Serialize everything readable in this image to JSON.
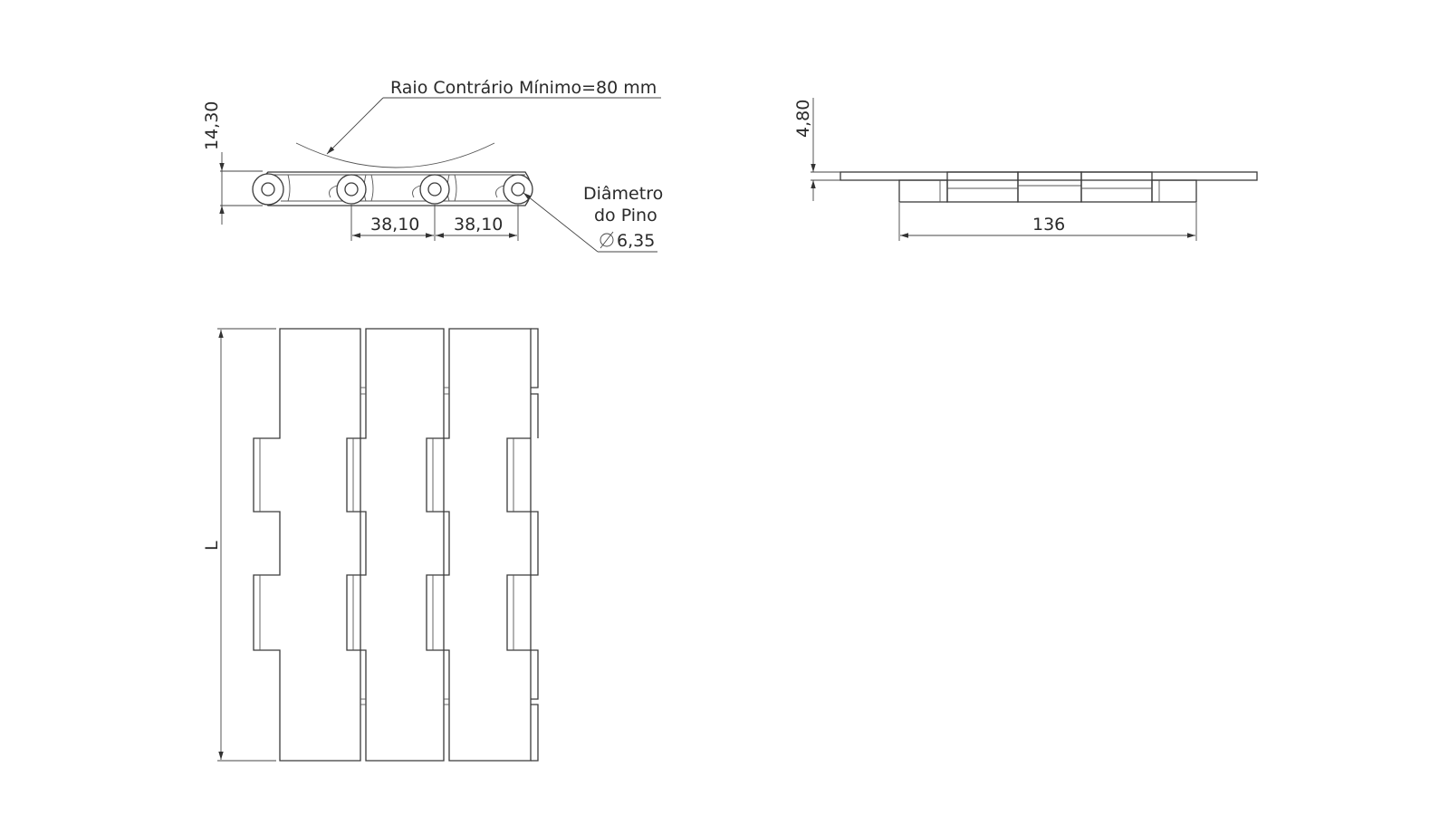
{
  "labels": {
    "radius_note": "Raio Contrário Mínimo=80 mm",
    "height_dim": "14,30",
    "pitch_1": "38,10",
    "pitch_2": "38,10",
    "pin_label_line1": "Diâmetro",
    "pin_label_line2": "do Pino",
    "pin_diameter": "6,35",
    "thickness_dim": "4,80",
    "width_dim": "136",
    "length_dim": "L"
  }
}
